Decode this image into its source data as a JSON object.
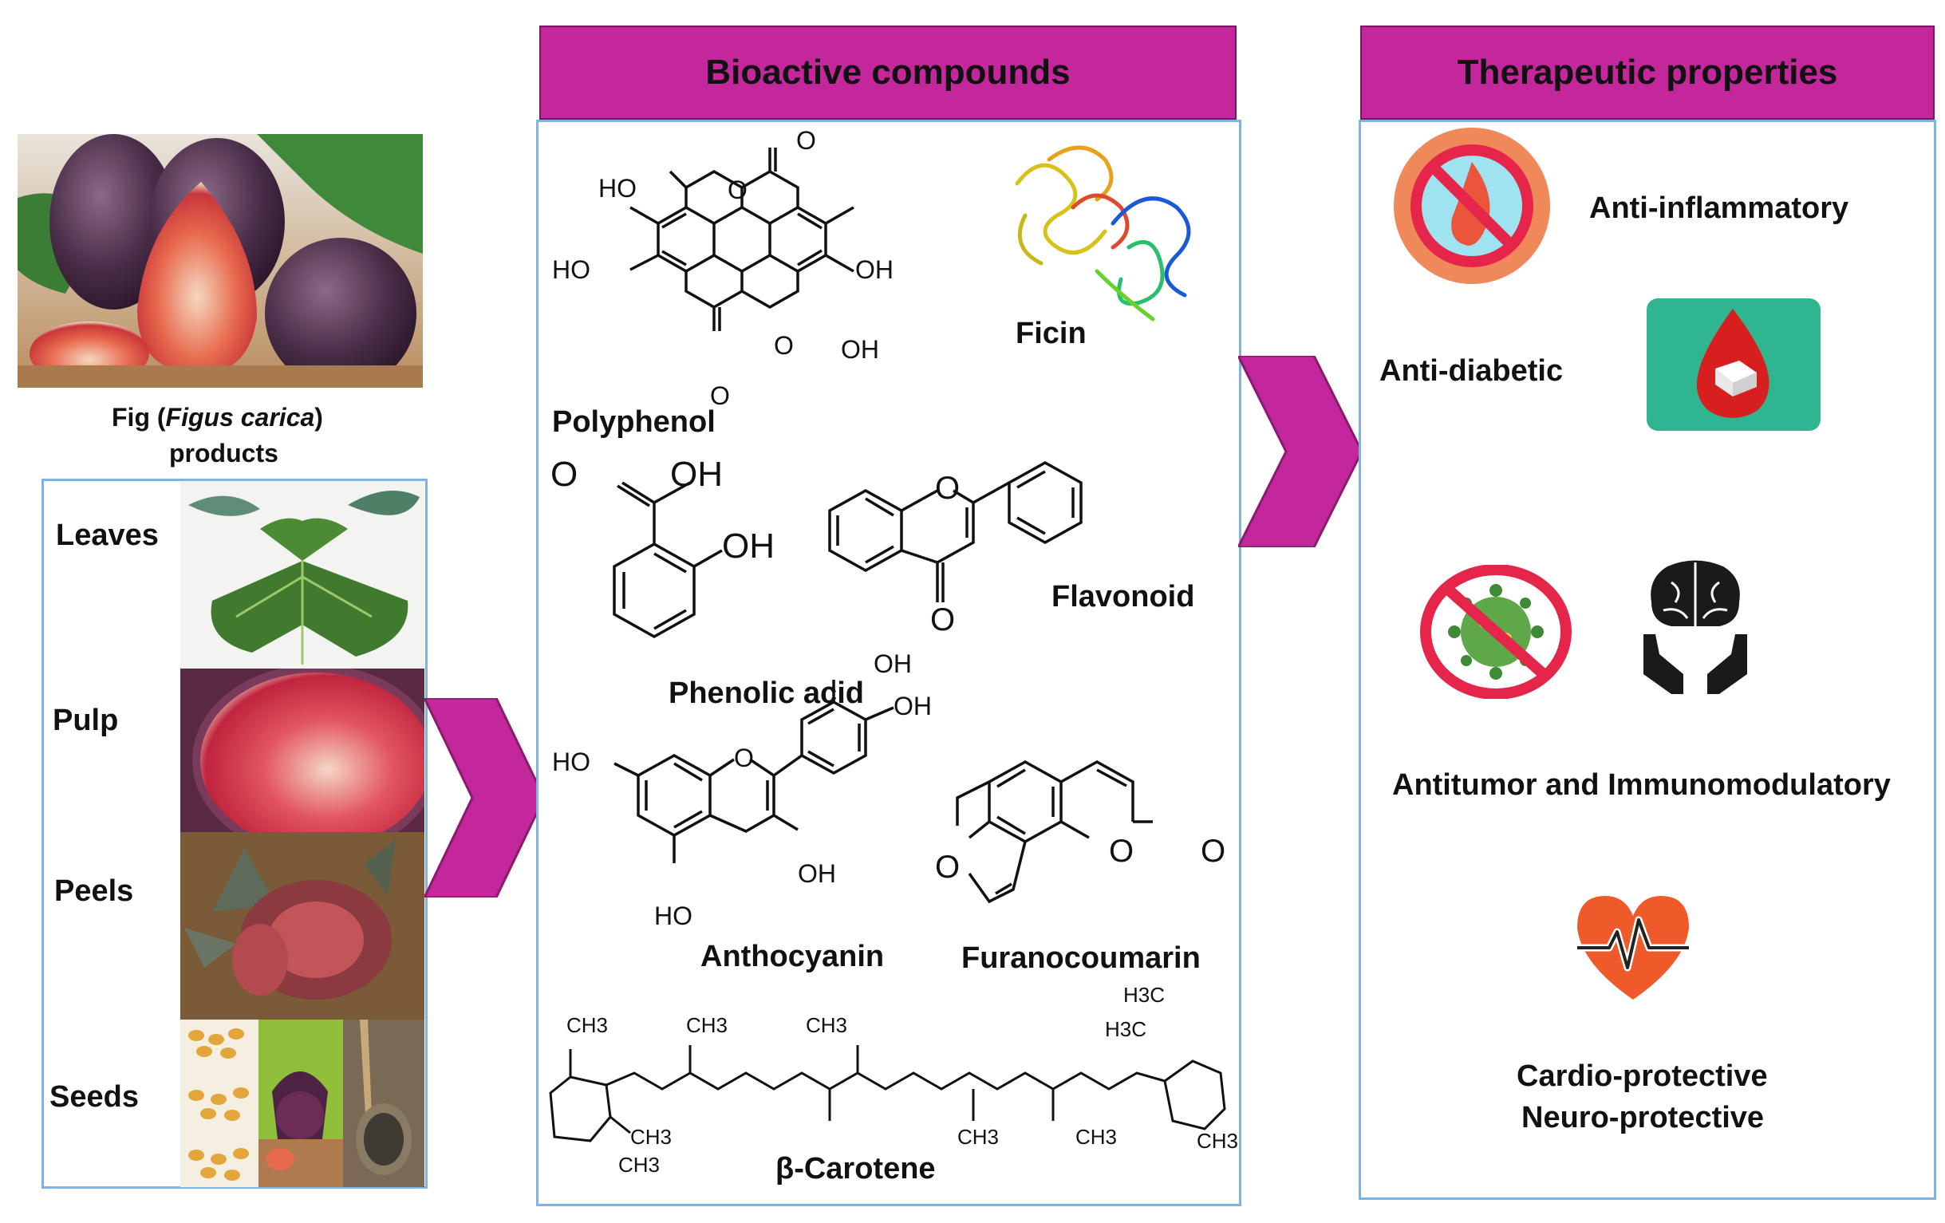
{
  "left": {
    "caption_prefix": "Fig (",
    "caption_italic": "Figus carica",
    "caption_suffix": ")",
    "caption_line2": "products",
    "parts": [
      "Leaves",
      "Pulp",
      "Peels",
      "Seeds"
    ]
  },
  "middle": {
    "title": "Bioactive compounds",
    "compounds": {
      "polyphenol": "Polyphenol",
      "ficin": "Ficin",
      "phenolic_acid": "Phenolic acid",
      "flavonoid": "Flavonoid",
      "anthocyanin": "Anthocyanin",
      "furanocoumarin": "Furanocoumarin",
      "carotene": "β-Carotene"
    },
    "atoms": {
      "ho": "HO",
      "oh": "OH",
      "o": "O",
      "ch3": "CH3",
      "h3c": "H3C"
    }
  },
  "right": {
    "title": "Therapeutic properties",
    "properties": {
      "anti_inflammatory": "Anti-inflammatory",
      "anti_diabetic": "Anti-diabetic",
      "antitumor": "Antitumor and Immunomodulatory",
      "cardio": "Cardio-protective",
      "neuro": "Neuro-protective"
    }
  },
  "colors": {
    "accent": "#c4279b",
    "panel_border": "#7fb3e6"
  },
  "icons": [
    "no-fire-icon",
    "blood-drop-sugar-icon",
    "no-virus-icon",
    "brain-hands-icon",
    "heartbeat-icon"
  ]
}
